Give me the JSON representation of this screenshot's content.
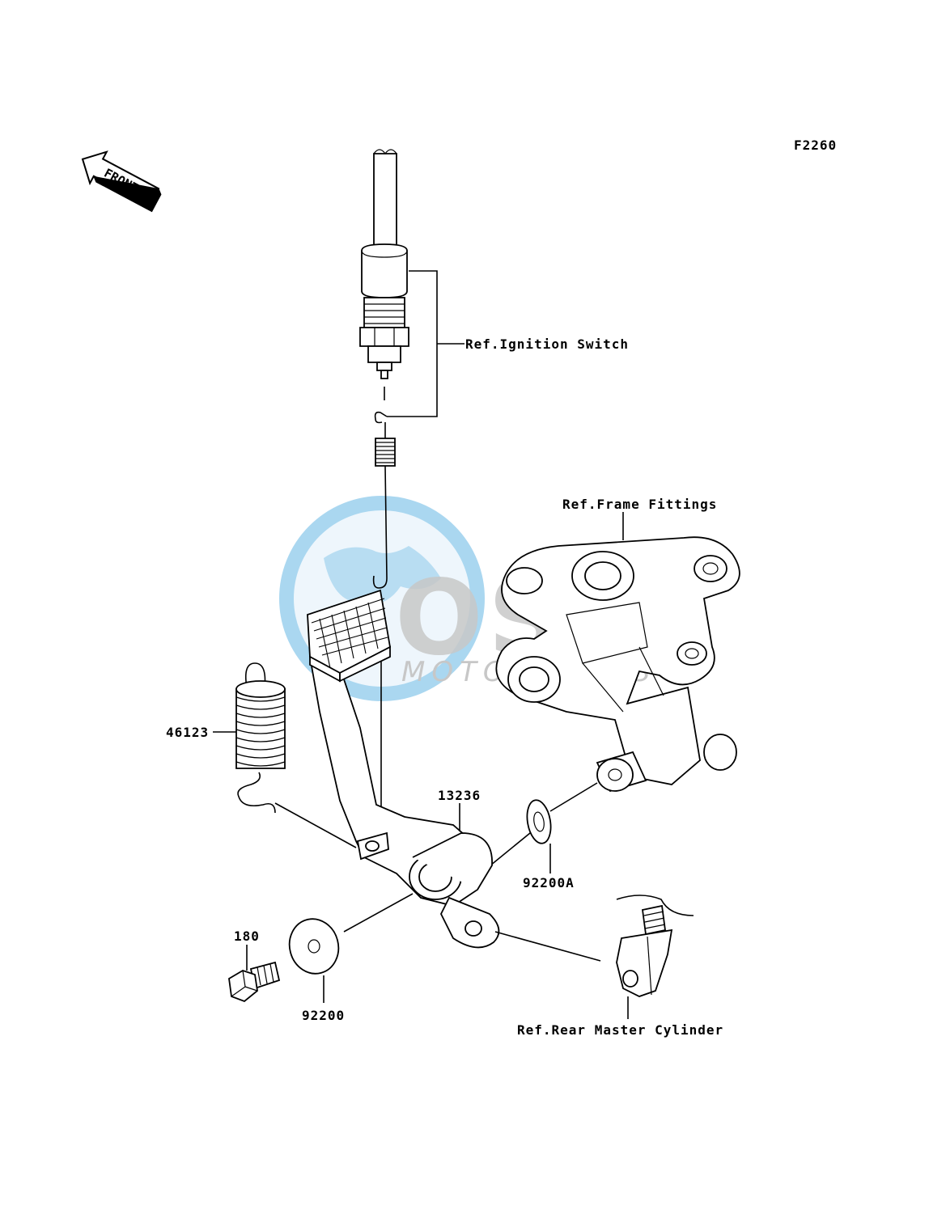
{
  "figure_code": "F2260",
  "front_arrow_label": "FRONT",
  "watermark": {
    "brand": "OSM",
    "sub": "MOTORPARTS",
    "colors": {
      "blue": "#3ea3dc",
      "gray": "#9a9a9a",
      "light": "#d7ecf8"
    }
  },
  "labels": {
    "ignition_switch": "Ref.Ignition Switch",
    "frame_fittings": "Ref.Frame Fittings",
    "rear_master_cylinder": "Ref.Rear Master Cylinder",
    "spring": "46123",
    "pedal": "13236",
    "washer_a": "92200A",
    "washer": "92200",
    "bolt": "180"
  }
}
